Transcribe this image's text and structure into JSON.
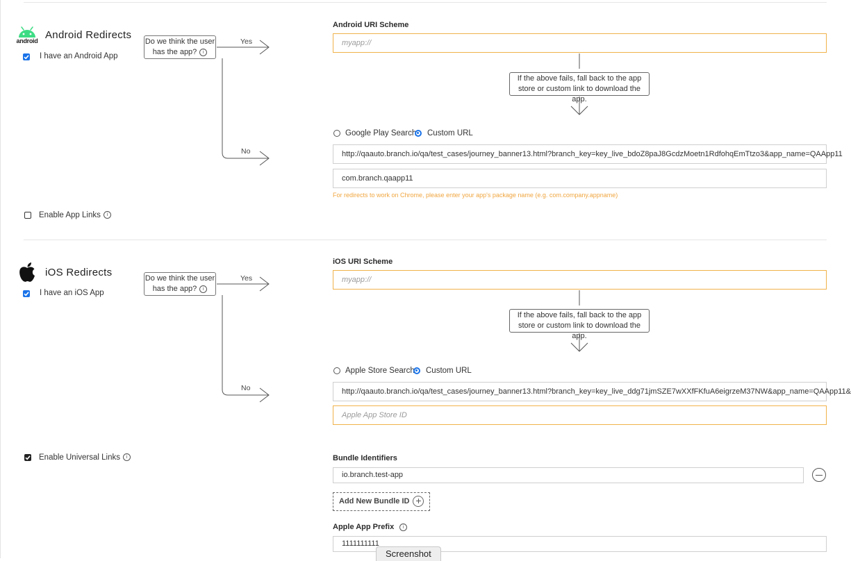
{
  "android": {
    "title": "Android Redirects",
    "logo_text": "android",
    "has_app_label": "I have an Android App",
    "question": "Do we think the user has the app?",
    "yes": "Yes",
    "no": "No",
    "uri_scheme_label": "Android URI Scheme",
    "uri_scheme_placeholder": "myapp://",
    "fallback_text": "If the above fails, fall back to the app store or custom link to download the app.",
    "radio_store_label": "Google Play Search",
    "radio_custom_label": "Custom URL",
    "custom_url_value": "http://qaauto.branch.io/qa/test_cases/journey_banner13.html?branch_key=key_live_bdoZ8paJ8GcdzMoetn1RdfohqEmTtzo3&app_name=QAApp11",
    "package_value": "com.branch.qaapp11",
    "package_hint": "For redirects to work on Chrome, please enter your app's package name (e.g. com.company.appname)",
    "app_links_label": "Enable App Links"
  },
  "ios": {
    "title": "iOS Redirects",
    "has_app_label": "I have an iOS App",
    "question": "Do we think the user has the app?",
    "yes": "Yes",
    "no": "No",
    "uri_scheme_label": "iOS URI Scheme",
    "uri_scheme_placeholder": "myapp://",
    "fallback_text": "If the above fails, fall back to the app store or custom link to download the app.",
    "radio_store_label": "Apple Store Search",
    "radio_custom_label": "Custom URL",
    "custom_url_value": "http://qaauto.branch.io/qa/test_cases/journey_banner13.html?branch_key=key_live_ddg71jmSZE7wXXfFKfuA6eigrzeM37NW&app_name=QAApp11&",
    "app_store_id_placeholder": "Apple App Store ID",
    "universal_links_label": "Enable Universal Links",
    "bundle_identifiers_label": "Bundle Identifiers",
    "bundle_id_value": "io.branch.test-app",
    "add_bundle_label": "Add New Bundle ID",
    "app_prefix_label": "Apple App Prefix",
    "app_prefix_value": "1111111111"
  },
  "tooltip": {
    "text": "Screenshot"
  },
  "colors": {
    "checkbox_blue": "#1a73e8",
    "input_orange": "#f0b24a",
    "hint_orange": "#f0a640",
    "android_green": "#3ddc84"
  },
  "icons": {
    "android": "android-logo-icon",
    "apple": "apple-logo-icon",
    "info": "info-icon"
  },
  "state": {
    "android_has_app_checked": true,
    "app_links_checked": false,
    "android_selected_radio": "Custom URL",
    "ios_has_app_checked": true,
    "universal_links_checked": true,
    "ios_selected_radio": "Custom URL"
  }
}
